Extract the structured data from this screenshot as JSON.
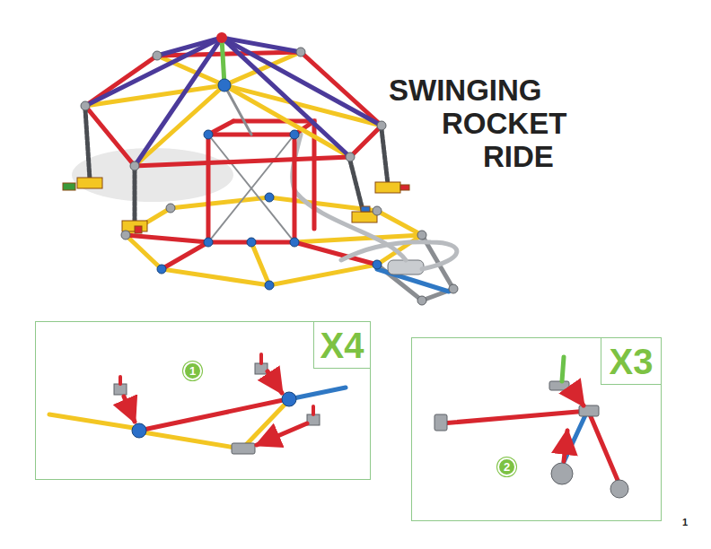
{
  "diagram": {
    "title": "SWINGING ROCKET RIDE",
    "nodes": [
      {
        "text": [
          "X4"
        ]
      },
      {
        "text": [
          "1"
        ],
        "in": 0
      },
      {
        "text": [
          "X3"
        ]
      },
      {
        "text": [
          "2"
        ],
        "in": 2
      }
    ],
    "labels": [
      "1"
    ]
  }
}
